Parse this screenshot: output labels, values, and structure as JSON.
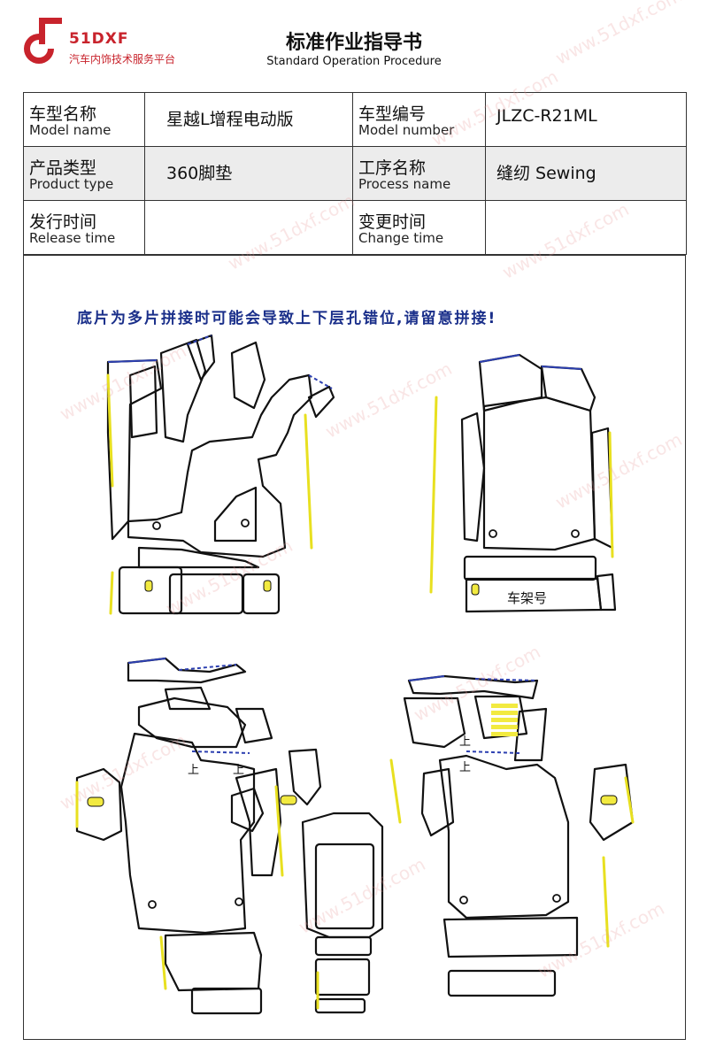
{
  "logo": {
    "name": "51DXF",
    "slogan": "汽车内饰技术服务平台"
  },
  "document": {
    "title": "标准作业指导书",
    "subtitle": "Standard Operation Procedure"
  },
  "info": {
    "model_name": {
      "cn": "车型名称",
      "en": "Model name",
      "value": "星越L增程电动版"
    },
    "model_number": {
      "cn": "车型编号",
      "en": "Model number",
      "value": "JLZC-R21ML"
    },
    "product_type": {
      "cn": "产品类型",
      "en": "Product type",
      "value": "360脚垫"
    },
    "process_name": {
      "cn": "工序名称",
      "en": "Process name",
      "value": "缝纫 Sewing"
    },
    "release_time": {
      "cn": "发行时间",
      "en": "Release time",
      "value": ""
    },
    "change_time": {
      "cn": "变更时间",
      "en": "Change time",
      "value": ""
    }
  },
  "diagram": {
    "warning": "底片为多片拼接时可能会导致上下层孔错位,请留意拼接!",
    "frame_label": "车架号",
    "stitch_mark": "上",
    "colors": {
      "outline": "#111111",
      "edge": "#e8e020",
      "seam": "#2c3fb0",
      "warning": "#1a2f8a"
    }
  },
  "watermark": "www.51dxf.com"
}
